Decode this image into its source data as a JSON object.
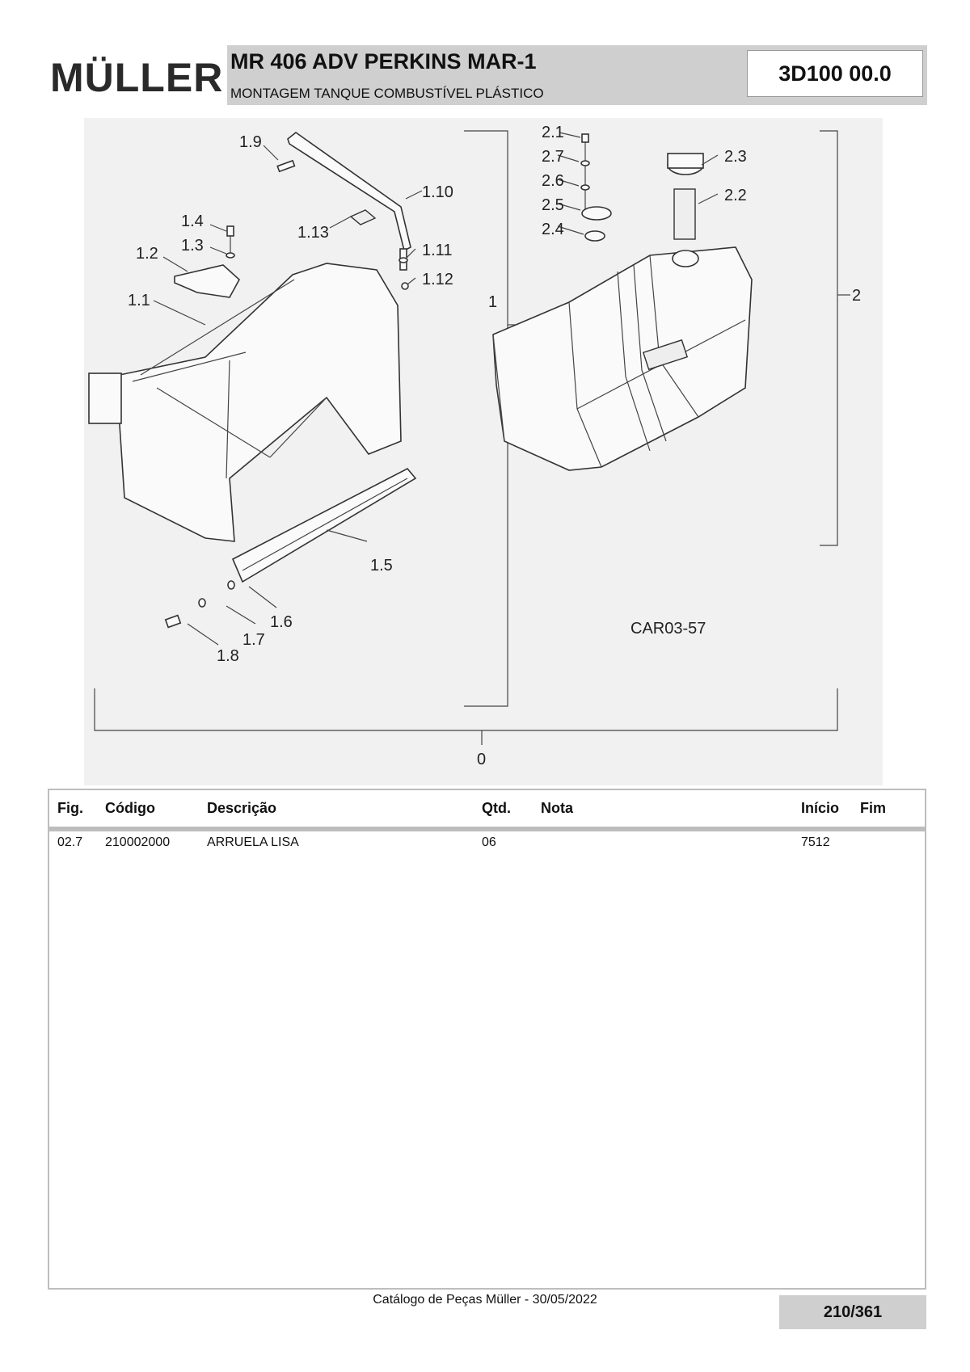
{
  "header": {
    "brand": "MÜLLER",
    "title": "MR 406 ADV PERKINS MAR-1",
    "subtitle": "MONTAGEM TANQUE COMBUSTÍVEL PLÁSTICO",
    "code": "3D100 00.0"
  },
  "drawing": {
    "labels": [
      "1.9",
      "1.10",
      "1.4",
      "1.3",
      "1.13",
      "1.2",
      "1.11",
      "1.12",
      "1.1",
      "1",
      "1.5",
      "1.6",
      "1.7",
      "1.8",
      "0",
      "2.1",
      "2.7",
      "2.6",
      "2.5",
      "2.4",
      "2.3",
      "2.2",
      "2"
    ],
    "ref": "CAR03-57"
  },
  "table": {
    "headers": {
      "fig": "Fig.",
      "codigo": "Código",
      "descricao": "Descrição",
      "qtd": "Qtd.",
      "nota": "Nota",
      "inicio": "Início",
      "fim": "Fim"
    },
    "rows": [
      {
        "fig": "02.7",
        "codigo": "210002000",
        "descricao": "ARRUELA LISA",
        "qtd": "06",
        "nota": "",
        "inicio": "7512",
        "fim": ""
      }
    ]
  },
  "footer": {
    "text": "Catálogo de Peças Müller - 30/05/2022",
    "page": "210/361"
  }
}
